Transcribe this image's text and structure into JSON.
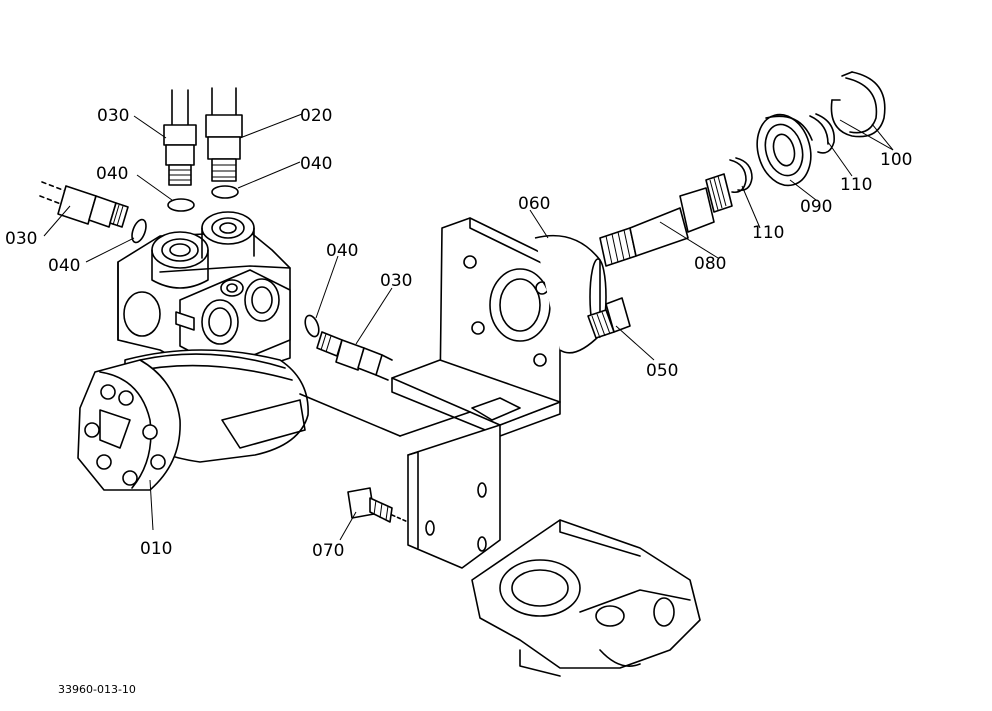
{
  "diagram": {
    "drawing_number": "33960-013-10",
    "labels": [
      {
        "id": "l030a",
        "text": "030"
      },
      {
        "id": "l020",
        "text": "020"
      },
      {
        "id": "l040a",
        "text": "040"
      },
      {
        "id": "l040b",
        "text": "040"
      },
      {
        "id": "l030b",
        "text": "030"
      },
      {
        "id": "l040c",
        "text": "040"
      },
      {
        "id": "l040d",
        "text": "040"
      },
      {
        "id": "l030c",
        "text": "030"
      },
      {
        "id": "l060",
        "text": "060"
      },
      {
        "id": "l080",
        "text": "080"
      },
      {
        "id": "l110a",
        "text": "110"
      },
      {
        "id": "l090",
        "text": "090"
      },
      {
        "id": "l110b",
        "text": "110"
      },
      {
        "id": "l100",
        "text": "100"
      },
      {
        "id": "l050",
        "text": "050"
      },
      {
        "id": "l010",
        "text": "010"
      },
      {
        "id": "l070",
        "text": "070"
      }
    ]
  }
}
